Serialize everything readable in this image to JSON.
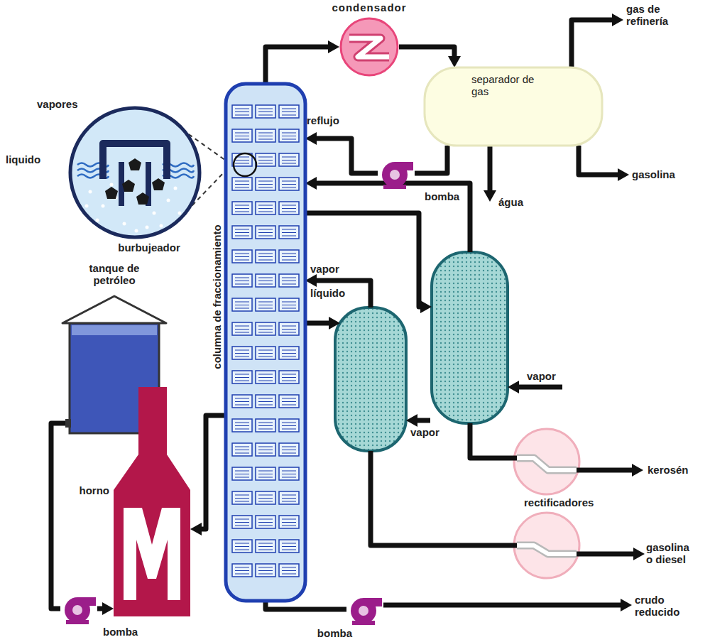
{
  "diagram": {
    "nodes": [
      {
        "text": [
          "tanque de petróleo"
        ]
      },
      {
        "text": [
          "horno"
        ]
      },
      {
        "text": [
          "bomba"
        ]
      },
      {
        "text": [
          "columna de fraccionamiento"
        ]
      },
      {
        "text": [
          "burbujeador"
        ]
      },
      {
        "text": [
          "condensador"
        ]
      },
      {
        "text": [
          "separador de gas"
        ]
      },
      {
        "text": [
          "bomba"
        ]
      },
      {
        "text": [
          "bomba"
        ]
      }
    ],
    "edges": [
      {
        "from": 0,
        "to": 2,
        "arrow": "none"
      },
      {
        "from": 2,
        "to": 1,
        "arrow": "to"
      },
      {
        "from": 3,
        "to": 1,
        "arrow": "to"
      },
      {
        "from": 4,
        "to": 3,
        "arrow": "none"
      },
      {
        "from": 3,
        "to": 5,
        "arrow": "to"
      },
      {
        "from": 5,
        "to": 6,
        "arrow": "to"
      },
      {
        "from": 6,
        "to": 7,
        "arrow": "none"
      },
      {
        "from": 7,
        "to": 3,
        "label": "reflujo",
        "arrow": "to"
      },
      {
        "from": 3,
        "to": 8,
        "arrow": "none"
      }
    ],
    "labels": [
      "vapores",
      "liquido",
      "gas de refinería",
      "gasolina",
      "água",
      "vapor",
      "líquido",
      "vapor",
      "vapor",
      "kerosén",
      "rectificadores",
      "gasolina o diesel",
      "crudo reducido"
    ]
  }
}
